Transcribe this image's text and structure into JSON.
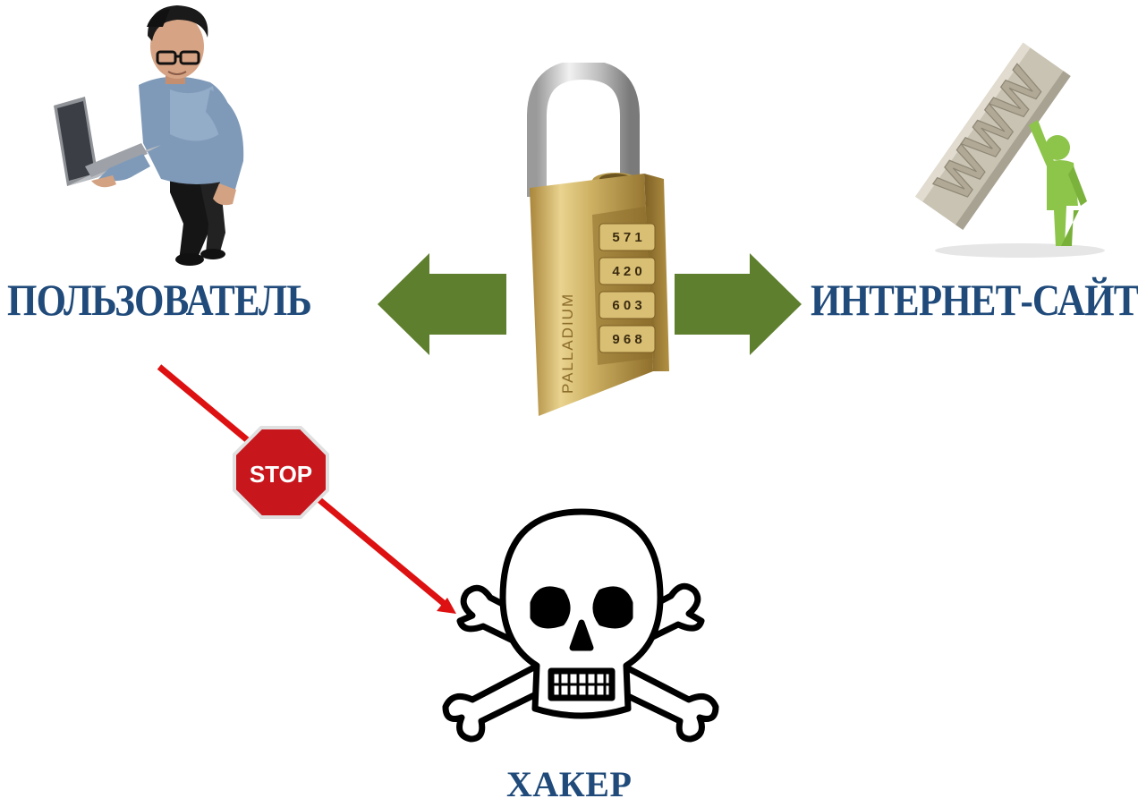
{
  "labels": {
    "user": "ПОЛЬЗОВАТЕЛЬ",
    "site": "ИНТЕРНЕТ-САЙТ",
    "hacker": "ХАКЕР"
  },
  "lock_dials": {
    "row1": "5 7 1",
    "row2": "4 2 0",
    "row3": "6 0 3",
    "row4": "9 6 8",
    "brand": "PALLADIUM"
  },
  "www_sign": "WWW",
  "stop_sign": "STOP",
  "colors": {
    "label_text": "#1f4a7a",
    "arrow_green": "#5e7f2e",
    "arrow_green_dark": "#4f6b24",
    "blocked_line": "#dd1111",
    "stop_red": "#c8161d",
    "brass": "#c9a64f",
    "figure_green": "#8dc44a"
  },
  "icons": {
    "user": "man-with-laptop-icon",
    "lock": "combination-padlock-icon",
    "site": "person-holding-www-icon",
    "hacker": "skull-and-crossbones-icon",
    "stop": "stop-sign-icon"
  }
}
